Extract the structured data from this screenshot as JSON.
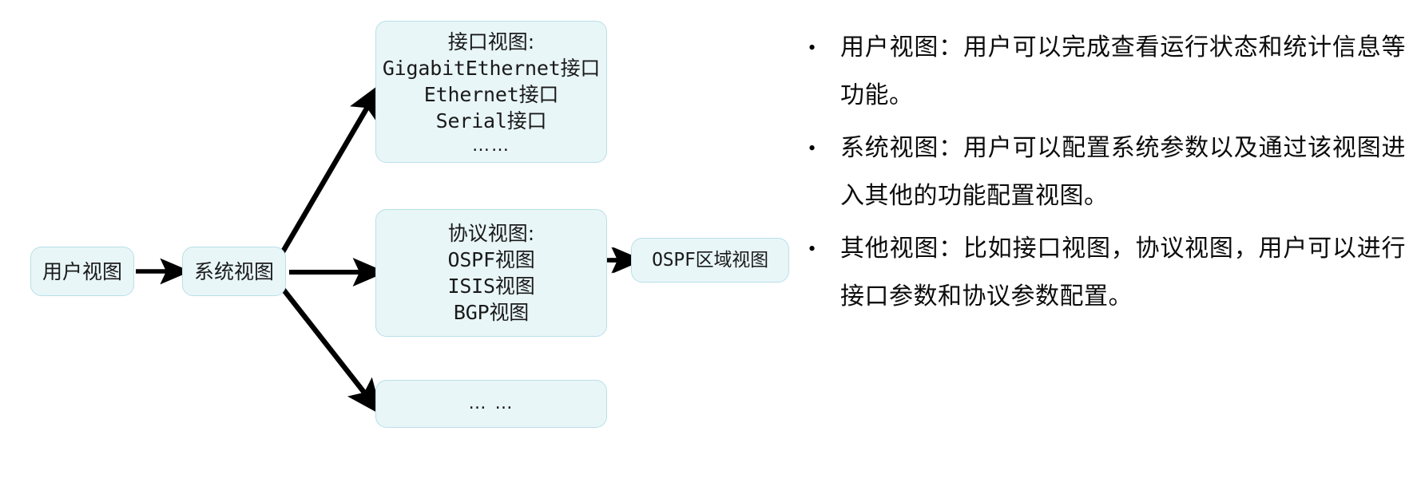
{
  "diagram": {
    "nodes": {
      "user_view": {
        "label": "用户视图"
      },
      "system_view": {
        "label": "系统视图"
      },
      "interface_view": {
        "title": "接口视图:",
        "items": [
          "GigabitEthernet接口",
          "Ethernet接口",
          "Serial接口"
        ],
        "ellipsis": "……"
      },
      "protocol_view": {
        "title": "协议视图:",
        "items": [
          "OSPF视图",
          "ISIS视图",
          "BGP视图"
        ]
      },
      "ospf_area_view": {
        "label": "OSPF区域视图"
      },
      "more_view": {
        "label": "… …"
      }
    },
    "colors": {
      "node_fill": "#e9f6f8",
      "node_border": "#b9dfe8",
      "arrow": "#000000",
      "text": "#1a1a1a",
      "background": "#ffffff"
    }
  },
  "notes": {
    "bullets": [
      {
        "marker": "•",
        "text": "用户视图：用户可以完成查看运行状态和统计信息等功能。"
      },
      {
        "marker": "•",
        "text": "系统视图：用户可以配置系统参数以及通过该视图进入其他的功能配置视图。"
      },
      {
        "marker": "•",
        "text": "其他视图：比如接口视图，协议视图，用户可以进行接口参数和协议参数配置。"
      }
    ]
  }
}
